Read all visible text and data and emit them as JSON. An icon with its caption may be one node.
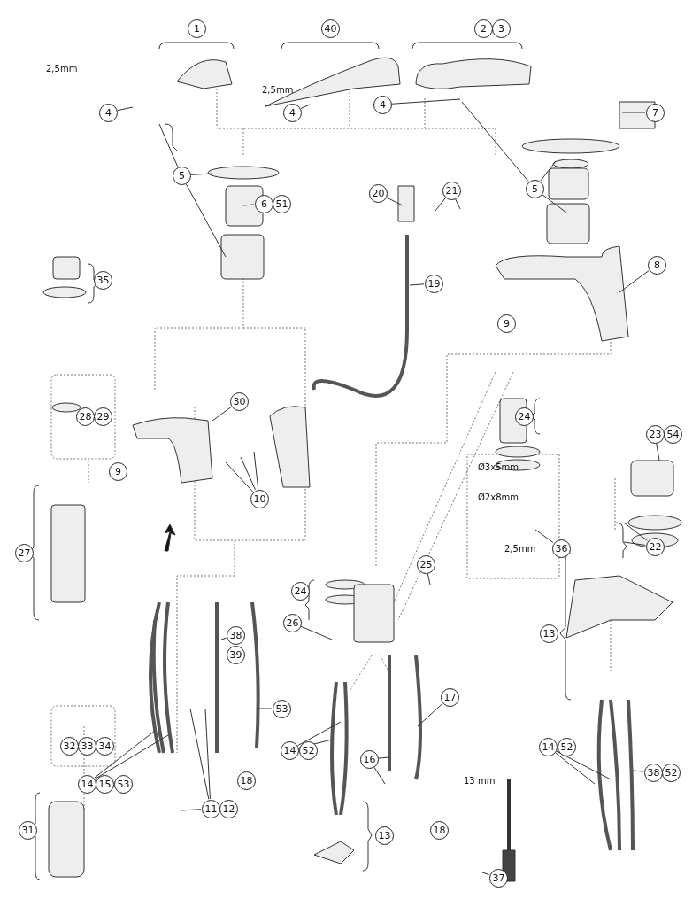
{
  "diagram": {
    "nodes": [
      {
        "text": [
          "1"
        ]
      },
      {
        "text": [
          "40"
        ]
      },
      {
        "text": [
          "2"
        ]
      },
      {
        "text": [
          "3"
        ]
      },
      {
        "text": [
          "4"
        ]
      },
      {
        "text": [
          "4"
        ]
      },
      {
        "text": [
          "4"
        ]
      },
      {
        "text": [
          "7"
        ]
      },
      {
        "text": [
          "5"
        ]
      },
      {
        "text": [
          "5"
        ]
      },
      {
        "text": [
          "20"
        ]
      },
      {
        "text": [
          "21"
        ]
      },
      {
        "text": [
          "6"
        ]
      },
      {
        "text": [
          "51"
        ]
      },
      {
        "text": [
          "8"
        ]
      },
      {
        "text": [
          "35"
        ]
      },
      {
        "text": [
          "19"
        ]
      },
      {
        "text": [
          "9"
        ]
      },
      {
        "text": [
          "30"
        ]
      },
      {
        "text": [
          "28"
        ]
      },
      {
        "text": [
          "29"
        ]
      },
      {
        "text": [
          "24"
        ]
      },
      {
        "text": [
          "23"
        ]
      },
      {
        "text": [
          "54"
        ]
      },
      {
        "text": [
          "9"
        ]
      },
      {
        "text": [
          "10"
        ]
      },
      {
        "text": [
          "22"
        ]
      },
      {
        "text": [
          "36"
        ]
      },
      {
        "text": [
          "27"
        ]
      },
      {
        "text": [
          "25"
        ]
      },
      {
        "text": [
          "24"
        ]
      },
      {
        "text": [
          "26"
        ]
      },
      {
        "text": [
          "13"
        ]
      },
      {
        "text": [
          "38"
        ]
      },
      {
        "text": [
          "39"
        ]
      },
      {
        "text": [
          "17"
        ]
      },
      {
        "text": [
          "53"
        ]
      },
      {
        "text": [
          "14"
        ]
      },
      {
        "text": [
          "52"
        ]
      },
      {
        "text": [
          "14"
        ]
      },
      {
        "text": [
          "52"
        ]
      },
      {
        "text": [
          "16"
        ]
      },
      {
        "text": [
          "32"
        ]
      },
      {
        "text": [
          "33"
        ]
      },
      {
        "text": [
          "34"
        ]
      },
      {
        "text": [
          "38"
        ]
      },
      {
        "text": [
          "52"
        ]
      },
      {
        "text": [
          "18"
        ]
      },
      {
        "text": [
          "14"
        ]
      },
      {
        "text": [
          "15"
        ]
      },
      {
        "text": [
          "53"
        ]
      },
      {
        "text": [
          "11"
        ]
      },
      {
        "text": [
          "12"
        ]
      },
      {
        "text": [
          "31"
        ]
      },
      {
        "text": [
          "18"
        ]
      },
      {
        "text": [
          "13"
        ]
      },
      {
        "text": [
          "37"
        ]
      }
    ],
    "edges": [
      {
        "from": 4,
        "to": null,
        "arrow": "none"
      },
      {
        "from": 5,
        "to": null,
        "arrow": "none"
      },
      {
        "from": 6,
        "to": null,
        "arrow": "none"
      },
      {
        "from": 7,
        "to": null,
        "arrow": "none"
      },
      {
        "from": 8,
        "to": null,
        "arrow": "none"
      },
      {
        "from": 8,
        "to": null,
        "arrow": "none"
      },
      {
        "from": 8,
        "to": null,
        "arrow": "none"
      },
      {
        "from": 9,
        "to": null,
        "arrow": "none"
      },
      {
        "from": 9,
        "to": null,
        "arrow": "none"
      },
      {
        "from": 9,
        "to": null,
        "arrow": "none"
      },
      {
        "from": 10,
        "to": null,
        "arrow": "none"
      },
      {
        "from": 11,
        "to": null,
        "arrow": "none"
      },
      {
        "from": 11,
        "to": null,
        "arrow": "none"
      },
      {
        "from": 12,
        "to": null,
        "arrow": "none"
      },
      {
        "from": 14,
        "to": null,
        "arrow": "none"
      },
      {
        "from": 16,
        "to": null,
        "arrow": "none"
      },
      {
        "from": 18,
        "to": null,
        "arrow": "none"
      },
      {
        "from": 22,
        "to": null,
        "arrow": "none"
      },
      {
        "from": 25,
        "to": null,
        "arrow": "none"
      },
      {
        "from": 25,
        "to": null,
        "arrow": "none"
      },
      {
        "from": 25,
        "to": null,
        "arrow": "none"
      },
      {
        "from": 26,
        "to": null,
        "arrow": "none"
      },
      {
        "from": 26,
        "to": null,
        "arrow": "none"
      },
      {
        "from": 27,
        "to": null,
        "arrow": "none"
      },
      {
        "from": 29,
        "to": null,
        "arrow": "none"
      },
      {
        "from": 31,
        "to": null,
        "arrow": "none"
      },
      {
        "from": 33,
        "to": null,
        "arrow": "none"
      },
      {
        "from": 35,
        "to": null,
        "arrow": "none"
      },
      {
        "from": 36,
        "to": null,
        "arrow": "none"
      },
      {
        "from": 37,
        "to": null,
        "arrow": "none"
      },
      {
        "from": 37,
        "to": null,
        "arrow": "none"
      },
      {
        "from": 39,
        "to": null,
        "arrow": "none"
      },
      {
        "from": 39,
        "to": null,
        "arrow": "none"
      },
      {
        "from": 41,
        "to": null,
        "arrow": "none"
      },
      {
        "from": 41,
        "to": null,
        "arrow": "none"
      },
      {
        "from": 45,
        "to": null,
        "arrow": "none"
      },
      {
        "from": 48,
        "to": null,
        "arrow": "none"
      },
      {
        "from": 48,
        "to": null,
        "arrow": "none"
      },
      {
        "from": 51,
        "to": null,
        "arrow": "none"
      },
      {
        "from": 51,
        "to": null,
        "arrow": "none"
      },
      {
        "from": 51,
        "to": null,
        "arrow": "none"
      },
      {
        "from": 56,
        "to": null,
        "arrow": "none"
      }
    ],
    "labels": [
      "2,5mm",
      "2,5mm",
      "Ø3x5mm",
      "Ø2x8mm",
      "2,5mm",
      "13 mm"
    ]
  }
}
